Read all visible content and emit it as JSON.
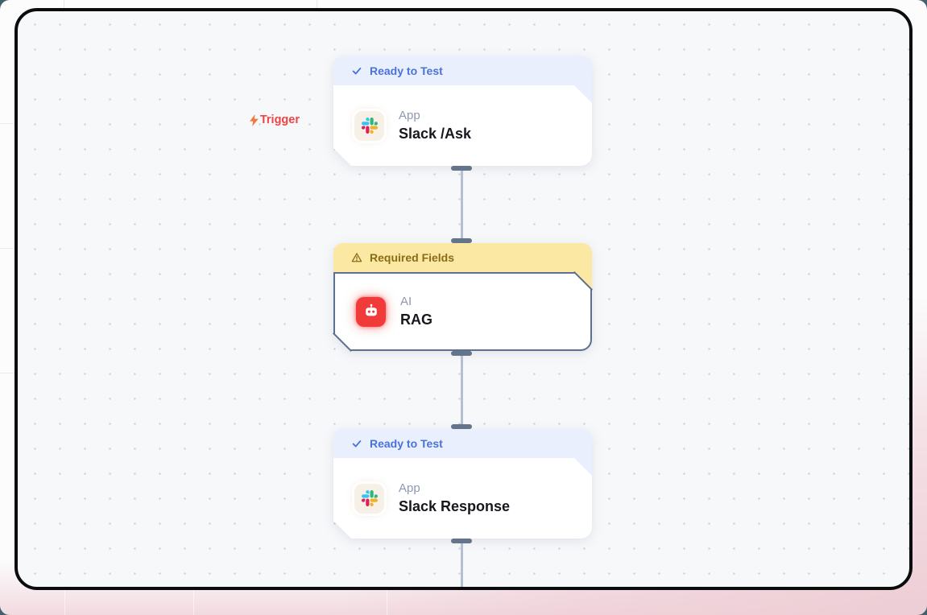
{
  "canvas": {
    "trigger_label": "Trigger"
  },
  "nodes": [
    {
      "status": "Ready to Test",
      "status_type": "ready",
      "icon": "slack-icon",
      "label": "App",
      "title": "Slack /Ask"
    },
    {
      "status": "Required Fields",
      "status_type": "warning",
      "icon": "robot-icon",
      "label": "AI",
      "title": "RAG"
    },
    {
      "status": "Ready to Test",
      "status_type": "ready",
      "icon": "slack-icon",
      "label": "App",
      "title": "Slack Response"
    }
  ],
  "colors": {
    "frame_border": "#0b0c0e",
    "canvas_bg": "#f7f8fa",
    "grid_dot": "#c9cdd5",
    "ready_bg": "#e9effc",
    "ready_text": "#4a73d8",
    "warning_bg": "#fbe8a3",
    "warning_text": "#8a6b16",
    "warning_node_border": "#5d7090",
    "trigger_red": "#ef4444",
    "connector_cap": "#64748b",
    "connector_line": "#b4c0cf",
    "robot_badge": "#f13b3b",
    "title_text": "#16181d",
    "label_text": "#8e99ad",
    "outer_pink": "#eecdd5",
    "outer_dark": "#44606c"
  }
}
